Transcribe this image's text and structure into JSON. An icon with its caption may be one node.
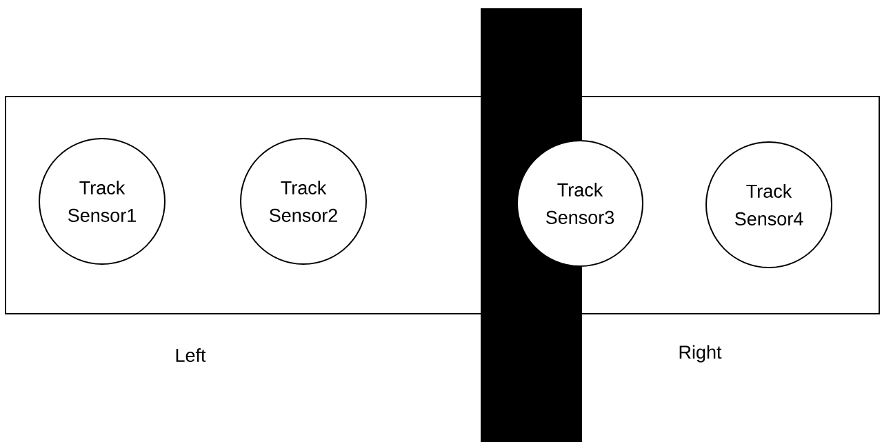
{
  "diagram": {
    "nodes": [
      {
        "text": [],
        "shape": "box"
      },
      {
        "text": [
          "Track Sensor1"
        ],
        "in": 0
      },
      {
        "text": [
          "Track Sensor2"
        ],
        "in": 0
      },
      {
        "text": [
          "Track Sensor3"
        ],
        "in": 0
      },
      {
        "text": [
          "Track Sensor4"
        ],
        "in": 0
      }
    ],
    "labels": [
      "Left",
      "Right"
    ]
  }
}
